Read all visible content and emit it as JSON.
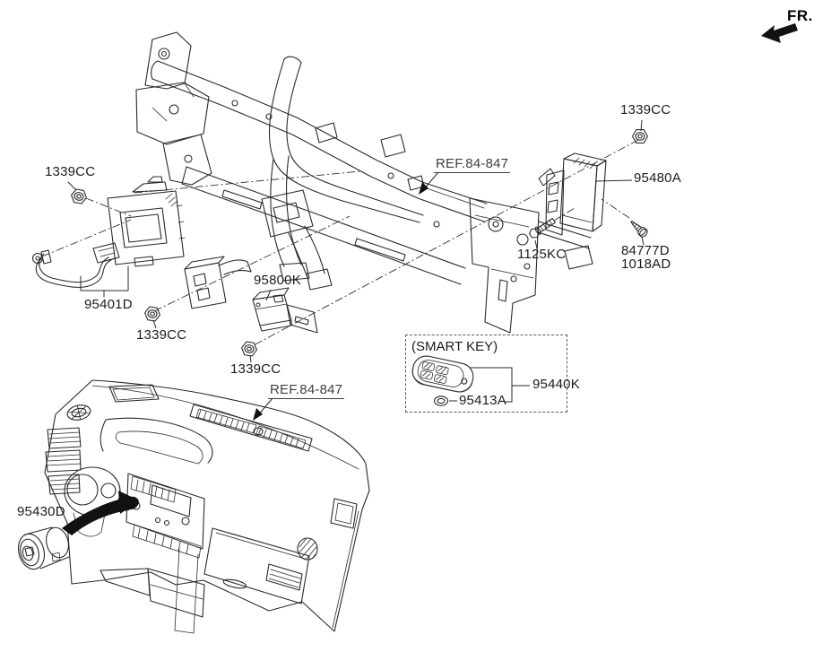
{
  "diagram": {
    "fr_indicator": "FR.",
    "references": {
      "upper": "REF.84-847",
      "lower": "REF.84-847"
    },
    "part_labels": {
      "nut_top_left": "1339CC",
      "nut_top_right": "1339CC",
      "nut_mid_left": "1339CC",
      "nut_mid_center": "1339CC",
      "driver_side_module": "95401D",
      "center_module": "95800K",
      "right_side_module": "95480A",
      "bolt": "1125KC",
      "tapping_screw": "84777D",
      "tapping_screw_alt": "1018AD",
      "start_button": "95430D"
    },
    "smart_key": {
      "caption": "(SMART KEY)",
      "fob": "95440K",
      "battery": "95413A"
    },
    "colors": {
      "line": "#2a2a2a",
      "background": "#ffffff",
      "arrow_fill": "#111111"
    }
  }
}
